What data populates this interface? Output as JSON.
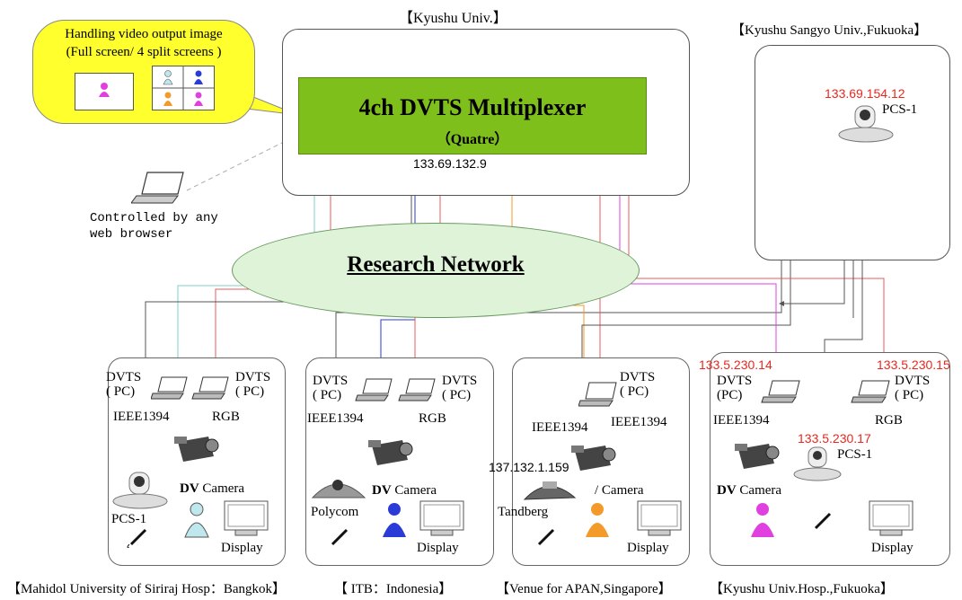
{
  "diagram": {
    "header_truncated": "",
    "callout": {
      "line1": "Handling video output image",
      "line2": "(Full screen/ 4 split screens )"
    },
    "hub": {
      "site": "【Kyushu Univ.】",
      "mux_title": "4ch DVTS Multiplexer",
      "mux_sub": "（Quatre）",
      "mux_ip": "133.69.132.9"
    },
    "browser_note": {
      "line1": "Controlled by any",
      "line2": "web browser"
    },
    "network_label": "Research Network",
    "fukuoka": {
      "site": "【Kyushu Sangyo Univ.,Fukuoka】",
      "ip": "133.69.154.12",
      "device": "PCS-1"
    },
    "sites": [
      {
        "caption": "【Mahidol University of Siriraj Hosp：Bangkok】",
        "pc_left": [
          "DVTS",
          "( PC)"
        ],
        "pc_right": [
          "DVTS",
          "( PC)"
        ],
        "port_left": "IEEE1394",
        "port_right": "RGB",
        "camera": "DV Camera",
        "camera_prefix": "DV",
        "camera_suffix": " Camera",
        "codec": "PCS-1",
        "display": "Display"
      },
      {
        "caption": "【 ITB：Indonesia】",
        "pc_left": [
          "DVTS",
          "( PC)"
        ],
        "pc_right": [
          "DVTS",
          "( PC)"
        ],
        "port_left": "IEEE1394",
        "port_right": "RGB",
        "camera_prefix": "DV",
        "camera_suffix": " Camera",
        "codec": "Polycom",
        "display": "Display"
      },
      {
        "caption": "【Venue for APAN,Singapore】",
        "pc": [
          "DVTS",
          "( PC)"
        ],
        "port_left": "IEEE1394",
        "port_right": "IEEE1394",
        "ip": "137.132.1.159",
        "camera": "/ Camera",
        "codec": "Tandberg",
        "display": "Display"
      },
      {
        "caption": "【Kyushu Univ.Hosp.,Fukuoka】",
        "ip_left": "133.5.230.14",
        "ip_right": "133.5.230.15",
        "ip_codec": "133.5.230.17",
        "pc_left": [
          "DVTS",
          "(PC)"
        ],
        "pc_right": [
          "DVTS",
          "( PC)"
        ],
        "port_left": "IEEE1394",
        "port_right": "RGB",
        "camera_prefix": "DV",
        "camera_suffix": " Camera",
        "codec": "PCS-1",
        "display": "Display"
      }
    ],
    "colors": {
      "mux_green": "#7fbf1c",
      "callout_yellow": "#ffff2e",
      "network_fill": "#dff3d8",
      "ip_red": "#e8281e",
      "link_red": "#e85a5a",
      "link_blue": "#2a3bd6",
      "link_orange": "#f39a2a",
      "link_magenta": "#e040e0",
      "link_gray": "#555555",
      "link_cyan": "#7fd0c8"
    }
  }
}
